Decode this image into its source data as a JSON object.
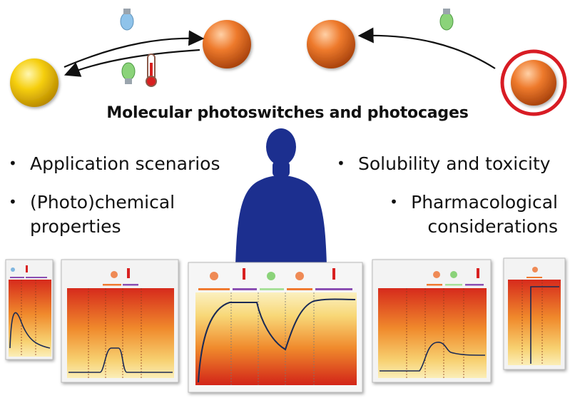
{
  "title": "Molecular photoswitches and photocages",
  "bullets_left": [
    {
      "text": "Application scenarios"
    },
    {
      "text": "(Photo)chemical",
      "text2": "properties"
    }
  ],
  "bullets_right": [
    {
      "text": "Solubility and toxicity"
    },
    {
      "text": "Pharmacological",
      "text2": "considerations"
    }
  ],
  "colors": {
    "yellow_sphere": "#f2c200",
    "orange_sphere": "#e9742a",
    "cage_ring": "#d81c24",
    "blue_bulb": "#7fb6e0",
    "green_bulb": "#7ccc6a",
    "orange_bulb": "#ef8a55",
    "human": "#1c2f8f",
    "bar_red": "#d92b20",
    "bar_orange": "#f07a30",
    "bar_purple": "#8b4fb3",
    "bar_green": "#a8e09a"
  },
  "icons": [
    "blue-light-bulb-icon",
    "green-light-bulb-icon",
    "thermometer-icon",
    "orange-light-bulb-icon"
  ]
}
